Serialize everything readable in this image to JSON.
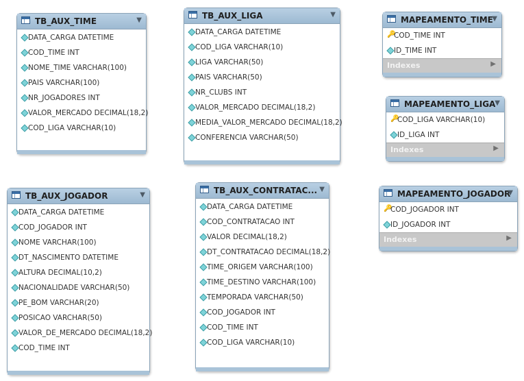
{
  "tables": [
    {
      "id": "tb_aux_time",
      "title": "TB_AUX_TIME",
      "columns": [
        {
          "name": "DATA_CARGA DATETIME",
          "key": false
        },
        {
          "name": "COD_TIME INT",
          "key": false
        },
        {
          "name": "NOME_TIME VARCHAR(100)",
          "key": false
        },
        {
          "name": "PAIS VARCHAR(100)",
          "key": false
        },
        {
          "name": "NR_JOGADORES INT",
          "key": false
        },
        {
          "name": "VALOR_MERCADO DECIMAL(18,2)",
          "key": false
        },
        {
          "name": "COD_LIGA VARCHAR(10)",
          "key": false
        }
      ]
    },
    {
      "id": "tb_aux_liga",
      "title": "TB_AUX_LIGA",
      "columns": [
        {
          "name": "DATA_CARGA DATETIME",
          "key": false
        },
        {
          "name": "COD_LIGA VARCHAR(10)",
          "key": false
        },
        {
          "name": "LIGA VARCHAR(50)",
          "key": false
        },
        {
          "name": "PAIS VARCHAR(50)",
          "key": false
        },
        {
          "name": "NR_CLUBS INT",
          "key": false
        },
        {
          "name": "VALOR_MERCADO DECIMAL(18,2)",
          "key": false
        },
        {
          "name": "MEDIA_VALOR_MERCADO DECIMAL(18,2)",
          "key": false
        },
        {
          "name": "CONFERENCIA VARCHAR(50)",
          "key": false
        }
      ]
    },
    {
      "id": "mapeamento_time",
      "title": "MAPEAMENTO_TIME",
      "columns": [
        {
          "name": "COD_TIME INT",
          "key": true
        },
        {
          "name": "ID_TIME INT",
          "key": false
        }
      ],
      "indexes": "Indexes"
    },
    {
      "id": "mapeamento_liga",
      "title": "MAPEAMENTO_LIGA",
      "columns": [
        {
          "name": "COD_LIGA VARCHAR(10)",
          "key": true
        },
        {
          "name": "ID_LIGA INT",
          "key": false
        }
      ],
      "indexes": "Indexes"
    },
    {
      "id": "tb_aux_jogador",
      "title": "TB_AUX_JOGADOR",
      "columns": [
        {
          "name": "DATA_CARGA DATETIME",
          "key": false
        },
        {
          "name": "COD_JOGADOR INT",
          "key": false
        },
        {
          "name": "NOME VARCHAR(100)",
          "key": false
        },
        {
          "name": "DT_NASCIMENTO DATETIME",
          "key": false
        },
        {
          "name": "ALTURA DECIMAL(10,2)",
          "key": false
        },
        {
          "name": "NACIONALIDADE VARCHAR(50)",
          "key": false
        },
        {
          "name": "PE_BOM VARCHAR(20)",
          "key": false
        },
        {
          "name": "POSICAO VARCHAR(50)",
          "key": false
        },
        {
          "name": "VALOR_DE_MERCADO DECIMAL(18,2)",
          "key": false
        },
        {
          "name": "COD_TIME INT",
          "key": false
        }
      ]
    },
    {
      "id": "tb_aux_contratacao",
      "title": "TB_AUX_CONTRATAC...",
      "columns": [
        {
          "name": "DATA_CARGA DATETIME",
          "key": false
        },
        {
          "name": "COD_CONTRATACAO INT",
          "key": false
        },
        {
          "name": "VALOR DECIMAL(18,2)",
          "key": false
        },
        {
          "name": "DT_CONTRATACAO DECIMAL(18,2)",
          "key": false
        },
        {
          "name": "TIME_ORIGEM VARCHAR(100)",
          "key": false
        },
        {
          "name": "TIME_DESTINO VARCHAR(100)",
          "key": false
        },
        {
          "name": "TEMPORADA VARCHAR(50)",
          "key": false
        },
        {
          "name": "COD_JOGADOR INT",
          "key": false
        },
        {
          "name": "COD_TIME INT",
          "key": false
        },
        {
          "name": "COD_LIGA VARCHAR(10)",
          "key": false
        }
      ]
    },
    {
      "id": "mapeamento_jogador",
      "title": "MAPEAMENTO_JOGADOR",
      "columns": [
        {
          "name": "COD_JOGADOR INT",
          "key": true
        },
        {
          "name": "ID_JOGADOR INT",
          "key": false
        }
      ],
      "indexes": "Indexes"
    }
  ]
}
